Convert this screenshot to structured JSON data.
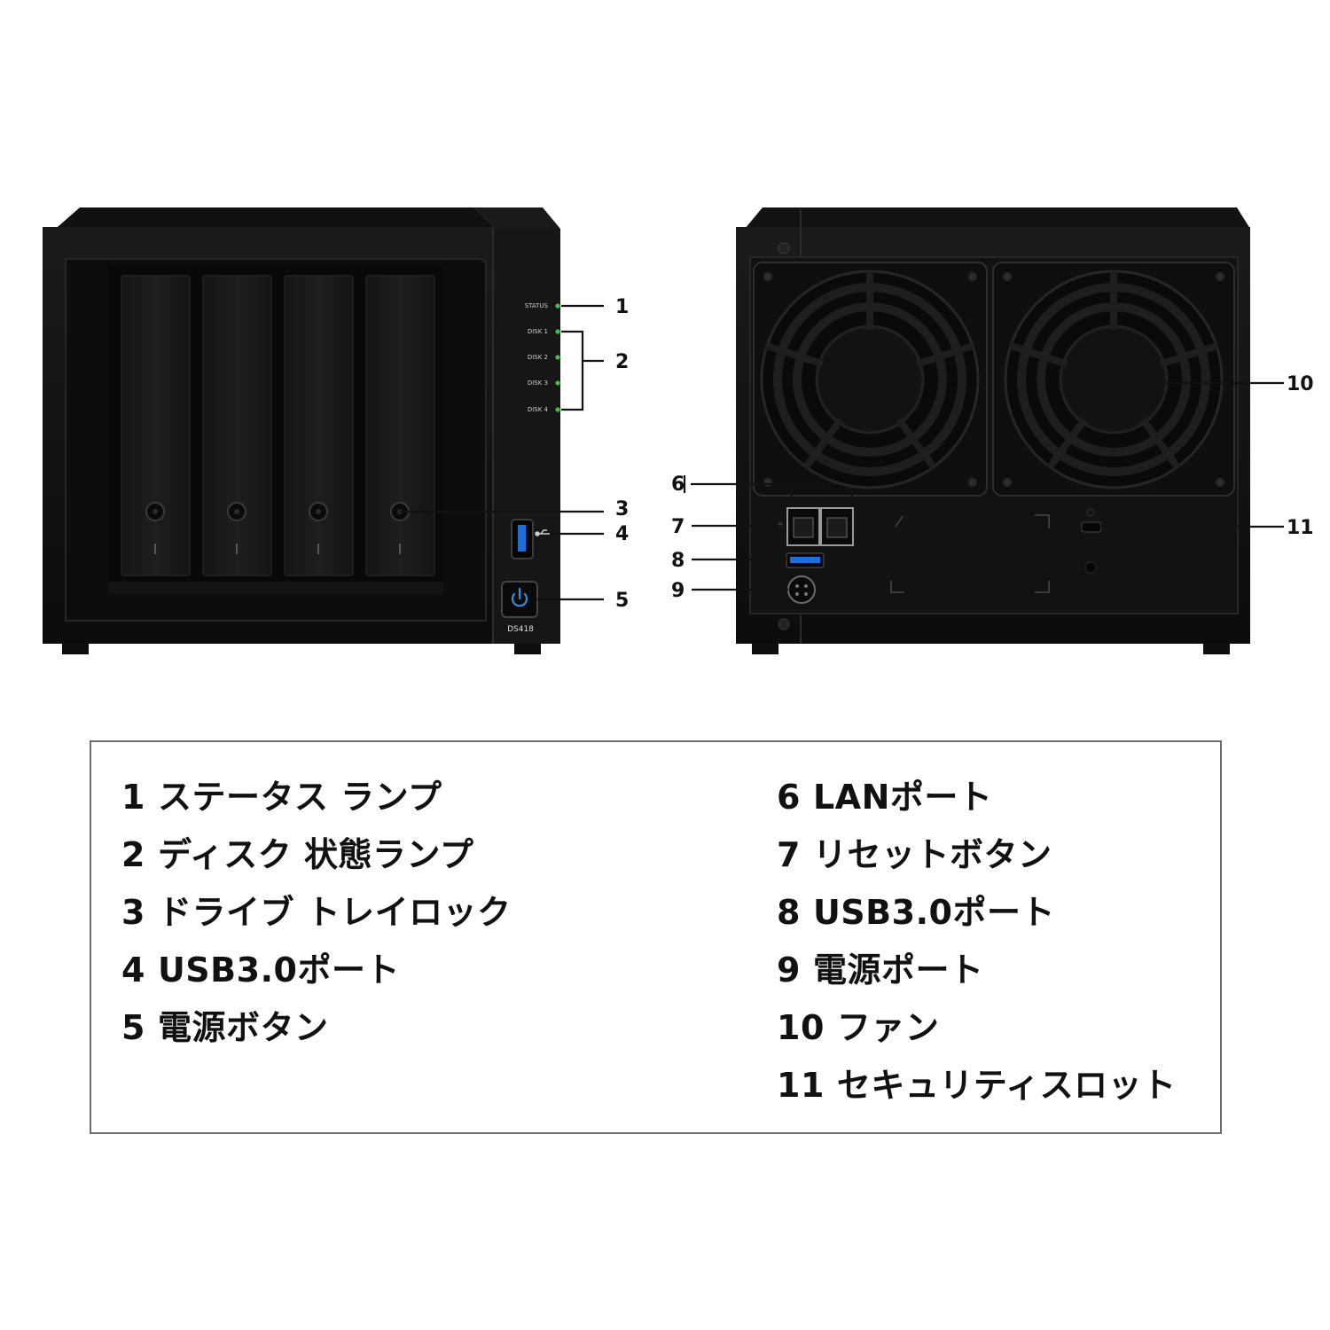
{
  "front_panel": {
    "led_labels": [
      "STATUS",
      "DISK 1",
      "DISK 2",
      "DISK 3",
      "DISK 4"
    ],
    "model": "DS418",
    "led_color": "#3fc23f",
    "power_button_color": "#2f8fe0",
    "usb_port_color": "#1e6fd9"
  },
  "callouts": [
    "1",
    "2",
    "3",
    "4",
    "5",
    "6",
    "7",
    "8",
    "9",
    "10",
    "11"
  ],
  "legend": {
    "left": [
      {
        "num": "1",
        "text": "ステータス ランプ"
      },
      {
        "num": "2",
        "text": "ディスク 状態ランプ"
      },
      {
        "num": "3",
        "text": "ドライブ トレイロック"
      },
      {
        "num": "4",
        "text": "USB3.0ポート"
      },
      {
        "num": "5",
        "text": "電源ボタン"
      }
    ],
    "right": [
      {
        "num": "6",
        "text": "LANポート"
      },
      {
        "num": "7",
        "text": "リセットボタン"
      },
      {
        "num": "8",
        "text": "USB3.0ポート"
      },
      {
        "num": "9",
        "text": "電源ポート"
      },
      {
        "num": "10",
        "text": "ファン"
      },
      {
        "num": "11",
        "text": "セキュリティスロット"
      }
    ]
  }
}
